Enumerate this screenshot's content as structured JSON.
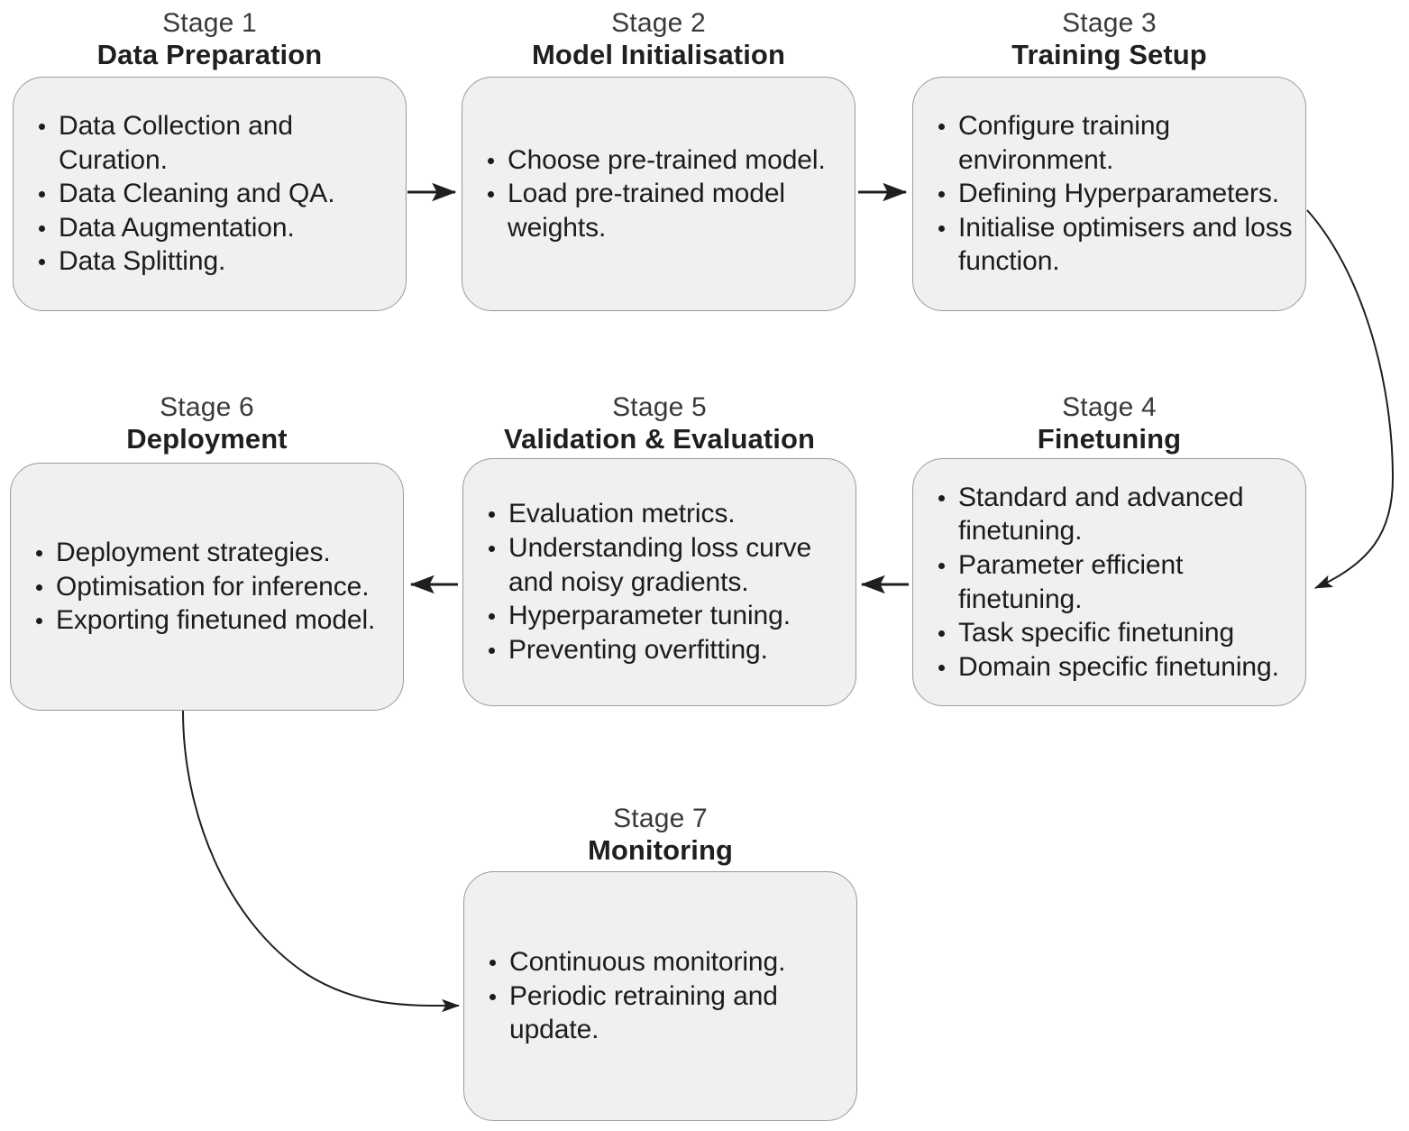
{
  "diagram": {
    "title_prefix": "Stage",
    "stages": [
      {
        "number": "Stage 1",
        "title": "Data Preparation",
        "bullets": [
          "Data Collection and Curation.",
          "Data Cleaning and QA.",
          "Data Augmentation.",
          "Data Splitting."
        ]
      },
      {
        "number": "Stage 2",
        "title": "Model Initialisation",
        "bullets": [
          "Choose pre-trained model.",
          "Load pre-trained model weights."
        ]
      },
      {
        "number": "Stage 3",
        "title": "Training Setup",
        "bullets": [
          "Configure training environment.",
          "Defining Hyperparameters.",
          "Initialise optimisers and loss function."
        ]
      },
      {
        "number": "Stage 4",
        "title": "Finetuning",
        "bullets": [
          "Standard and advanced finetuning.",
          "Parameter efficient finetuning.",
          "Task specific finetuning",
          "Domain specific finetuning."
        ]
      },
      {
        "number": "Stage 5",
        "title": "Validation & Evaluation",
        "bullets": [
          "Evaluation metrics.",
          "Understanding loss curve and noisy gradients.",
          "Hyperparameter tuning.",
          "Preventing overfitting."
        ]
      },
      {
        "number": "Stage 6",
        "title": "Deployment",
        "bullets": [
          "Deployment strategies.",
          "Optimisation for inference.",
          "Exporting finetuned model."
        ]
      },
      {
        "number": "Stage 7",
        "title": "Monitoring",
        "bullets": [
          "Continuous monitoring.",
          "Periodic retraining and update."
        ]
      }
    ],
    "colors": {
      "box_fill": "#f0f0f0",
      "box_border": "#9a9a9a",
      "text": "#1c1c1c",
      "connector": "#2b2b2b",
      "background": "#ffffff"
    },
    "connectors": [
      {
        "from": "Stage 1",
        "to": "Stage 2",
        "kind": "straight-right"
      },
      {
        "from": "Stage 2",
        "to": "Stage 3",
        "kind": "straight-right"
      },
      {
        "from": "Stage 3",
        "to": "Stage 4",
        "kind": "curve-down-right"
      },
      {
        "from": "Stage 4",
        "to": "Stage 5",
        "kind": "straight-left"
      },
      {
        "from": "Stage 5",
        "to": "Stage 6",
        "kind": "straight-left"
      },
      {
        "from": "Stage 6",
        "to": "Stage 7",
        "kind": "curve-down-right"
      }
    ]
  }
}
